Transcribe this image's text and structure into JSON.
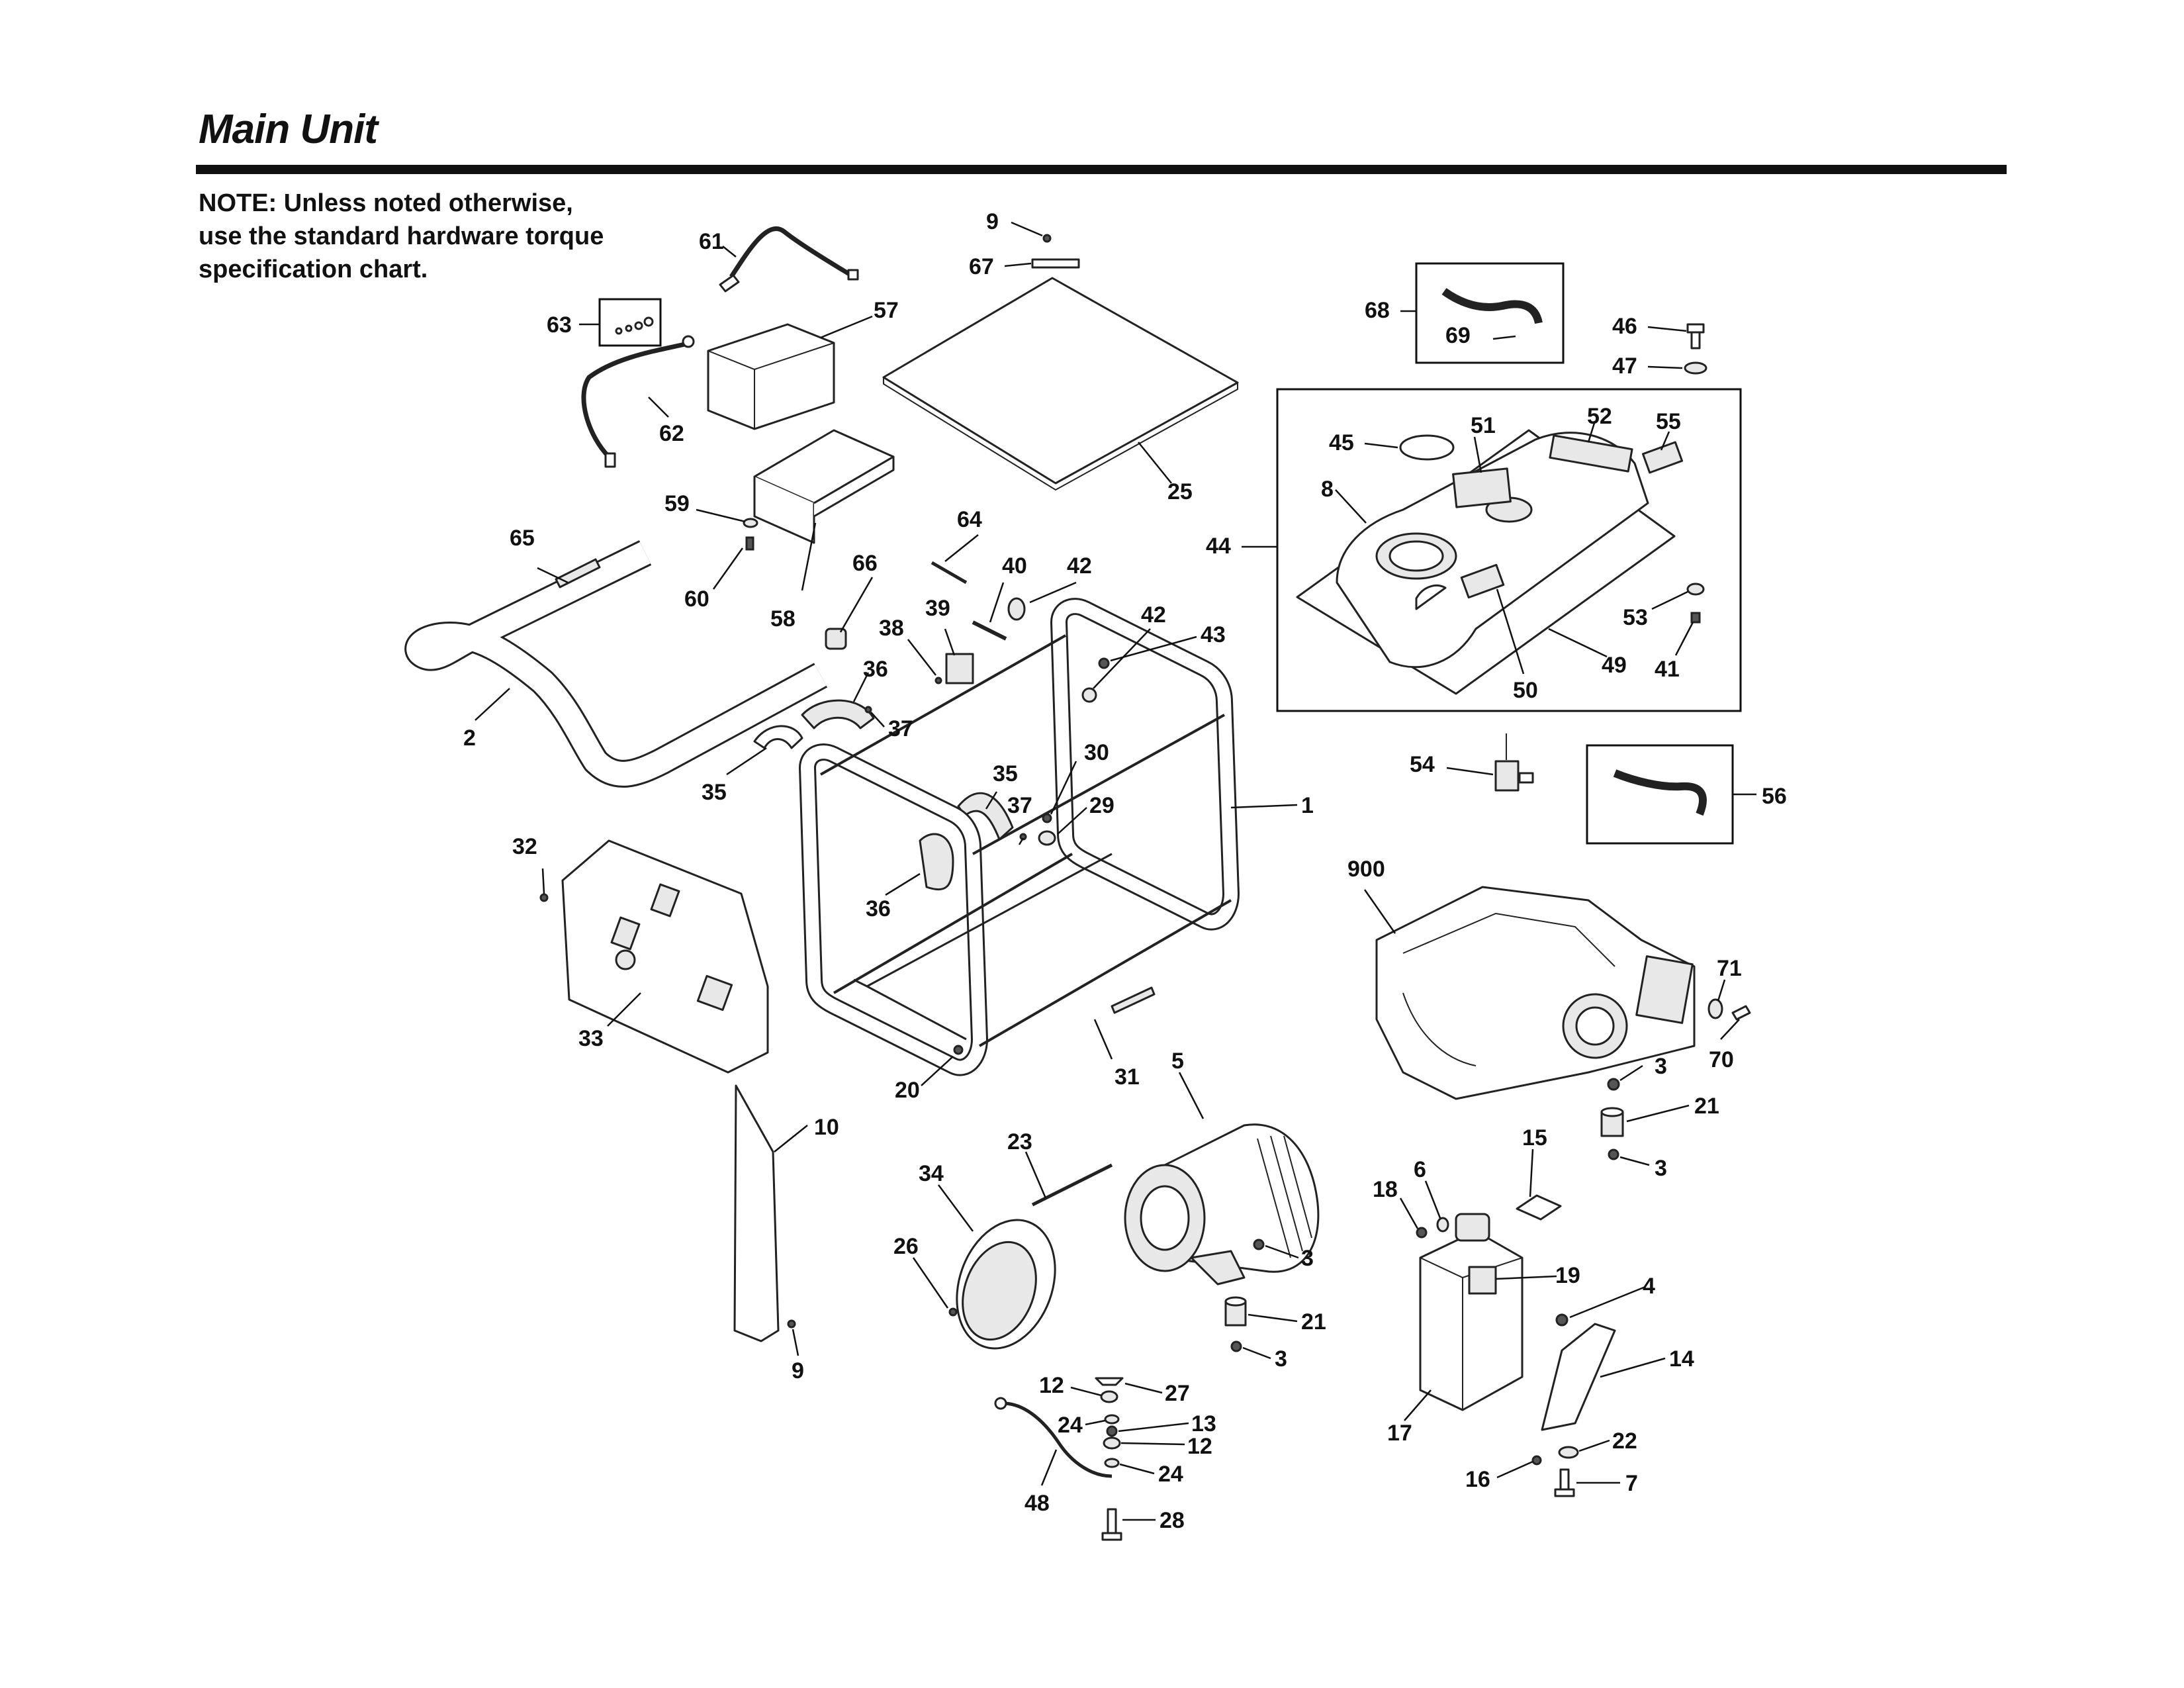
{
  "page": {
    "title": "Main Unit",
    "note_lines": [
      "NOTE: Unless noted otherwise,",
      "use the standard hardware torque",
      "specification chart."
    ]
  },
  "parts": [
    {
      "id": "61",
      "name": "cable"
    },
    {
      "id": "57",
      "name": "battery"
    },
    {
      "id": "63",
      "name": "hardware-kit"
    },
    {
      "id": "62",
      "name": "cable"
    },
    {
      "id": "9",
      "name": "screw"
    },
    {
      "id": "67",
      "name": "label"
    },
    {
      "id": "25",
      "name": "panel"
    },
    {
      "id": "68",
      "name": "hose-kit"
    },
    {
      "id": "69",
      "name": "hose"
    },
    {
      "id": "46",
      "name": "bolt"
    },
    {
      "id": "47",
      "name": "washer"
    },
    {
      "id": "44",
      "name": "fuel-tank-assembly"
    },
    {
      "id": "45",
      "name": "gasket"
    },
    {
      "id": "51",
      "name": "label"
    },
    {
      "id": "52",
      "name": "label"
    },
    {
      "id": "55",
      "name": "label"
    },
    {
      "id": "8",
      "name": "fuel-cap"
    },
    {
      "id": "53",
      "name": "grommet"
    },
    {
      "id": "41",
      "name": "nut"
    },
    {
      "id": "49",
      "name": "fuel-tank"
    },
    {
      "id": "50",
      "name": "gauge"
    },
    {
      "id": "59",
      "name": "washer"
    },
    {
      "id": "60",
      "name": "screw"
    },
    {
      "id": "58",
      "name": "battery-tray"
    },
    {
      "id": "65",
      "name": "label"
    },
    {
      "id": "2",
      "name": "handle"
    },
    {
      "id": "66",
      "name": "plug"
    },
    {
      "id": "64",
      "name": "pin"
    },
    {
      "id": "40",
      "name": "bolt"
    },
    {
      "id": "42",
      "name": "washer"
    },
    {
      "id": "39",
      "name": "bracket"
    },
    {
      "id": "38",
      "name": "screw"
    },
    {
      "id": "36",
      "name": "grip"
    },
    {
      "id": "37",
      "name": "screw"
    },
    {
      "id": "35",
      "name": "grip"
    },
    {
      "id": "43",
      "name": "nut"
    },
    {
      "id": "30",
      "name": "clip"
    },
    {
      "id": "29",
      "name": "bushing"
    },
    {
      "id": "1",
      "name": "frame"
    },
    {
      "id": "32",
      "name": "screw"
    },
    {
      "id": "33",
      "name": "control-panel"
    },
    {
      "id": "20",
      "name": "screw"
    },
    {
      "id": "31",
      "name": "label"
    },
    {
      "id": "54",
      "name": "fuel-valve"
    },
    {
      "id": "56",
      "name": "fuel-line-kit"
    },
    {
      "id": "900",
      "name": "engine"
    },
    {
      "id": "71",
      "name": "washer"
    },
    {
      "id": "70",
      "name": "screw"
    },
    {
      "id": "3",
      "name": "nut"
    },
    {
      "id": "21",
      "name": "mount"
    },
    {
      "id": "10",
      "name": "bracket"
    },
    {
      "id": "5",
      "name": "alternator"
    },
    {
      "id": "23",
      "name": "through-bolt"
    },
    {
      "id": "34",
      "name": "end-cover"
    },
    {
      "id": "26",
      "name": "screw"
    },
    {
      "id": "15",
      "name": "gasket"
    },
    {
      "id": "6",
      "name": "washer"
    },
    {
      "id": "18",
      "name": "nut"
    },
    {
      "id": "19",
      "name": "label"
    },
    {
      "id": "4",
      "name": "nut"
    },
    {
      "id": "17",
      "name": "muffler"
    },
    {
      "id": "14",
      "name": "bracket"
    },
    {
      "id": "22",
      "name": "washer"
    },
    {
      "id": "16",
      "name": "nut"
    },
    {
      "id": "7",
      "name": "bolt"
    },
    {
      "id": "12",
      "name": "washer"
    },
    {
      "id": "27",
      "name": "wing-nut"
    },
    {
      "id": "24",
      "name": "lock-washer"
    },
    {
      "id": "13",
      "name": "nut"
    },
    {
      "id": "48",
      "name": "ground-wire"
    },
    {
      "id": "28",
      "name": "bolt"
    }
  ],
  "labels": [
    {
      "text": "61",
      "key": "p61"
    },
    {
      "text": "57",
      "key": "p57"
    },
    {
      "text": "63",
      "key": "p63"
    },
    {
      "text": "62",
      "key": "p62"
    },
    {
      "text": "9",
      "key": "p9a"
    },
    {
      "text": "67",
      "key": "p67"
    },
    {
      "text": "25",
      "key": "p25"
    },
    {
      "text": "68",
      "key": "p68"
    },
    {
      "text": "69",
      "key": "p69"
    },
    {
      "text": "46",
      "key": "p46"
    },
    {
      "text": "47",
      "key": "p47"
    },
    {
      "text": "44",
      "key": "p44"
    },
    {
      "text": "45",
      "key": "p45"
    },
    {
      "text": "51",
      "key": "p51"
    },
    {
      "text": "52",
      "key": "p52"
    },
    {
      "text": "55",
      "key": "p55"
    },
    {
      "text": "8",
      "key": "p8"
    },
    {
      "text": "53",
      "key": "p53"
    },
    {
      "text": "41",
      "key": "p41"
    },
    {
      "text": "49",
      "key": "p49"
    },
    {
      "text": "50",
      "key": "p50"
    },
    {
      "text": "59",
      "key": "p59"
    },
    {
      "text": "60",
      "key": "p60"
    },
    {
      "text": "58",
      "key": "p58"
    },
    {
      "text": "65",
      "key": "p65"
    },
    {
      "text": "2",
      "key": "p2"
    },
    {
      "text": "66",
      "key": "p66"
    },
    {
      "text": "64",
      "key": "p64"
    },
    {
      "text": "40",
      "key": "p40"
    },
    {
      "text": "42",
      "key": "p42a"
    },
    {
      "text": "42",
      "key": "p42b"
    },
    {
      "text": "39",
      "key": "p39"
    },
    {
      "text": "38",
      "key": "p38"
    },
    {
      "text": "36",
      "key": "p36a"
    },
    {
      "text": "37",
      "key": "p37a"
    },
    {
      "text": "35",
      "key": "p35a"
    },
    {
      "text": "43",
      "key": "p43"
    },
    {
      "text": "35",
      "key": "p35b"
    },
    {
      "text": "37",
      "key": "p37b"
    },
    {
      "text": "30",
      "key": "p30"
    },
    {
      "text": "29",
      "key": "p29"
    },
    {
      "text": "1",
      "key": "p1"
    },
    {
      "text": "36",
      "key": "p36b"
    },
    {
      "text": "32",
      "key": "p32"
    },
    {
      "text": "33",
      "key": "p33"
    },
    {
      "text": "20",
      "key": "p20"
    },
    {
      "text": "31",
      "key": "p31"
    },
    {
      "text": "54",
      "key": "p54"
    },
    {
      "text": "56",
      "key": "p56"
    },
    {
      "text": "900",
      "key": "p900"
    },
    {
      "text": "71",
      "key": "p71"
    },
    {
      "text": "70",
      "key": "p70"
    },
    {
      "text": "3",
      "key": "p3a"
    },
    {
      "text": "21",
      "key": "p21a"
    },
    {
      "text": "3",
      "key": "p3b"
    },
    {
      "text": "10",
      "key": "p10"
    },
    {
      "text": "9",
      "key": "p9b"
    },
    {
      "text": "5",
      "key": "p5"
    },
    {
      "text": "23",
      "key": "p23"
    },
    {
      "text": "34",
      "key": "p34"
    },
    {
      "text": "26",
      "key": "p26"
    },
    {
      "text": "3",
      "key": "p3c"
    },
    {
      "text": "21",
      "key": "p21b"
    },
    {
      "text": "3",
      "key": "p3d"
    },
    {
      "text": "15",
      "key": "p15"
    },
    {
      "text": "6",
      "key": "p6"
    },
    {
      "text": "18",
      "key": "p18"
    },
    {
      "text": "19",
      "key": "p19"
    },
    {
      "text": "4",
      "key": "p4"
    },
    {
      "text": "17",
      "key": "p17"
    },
    {
      "text": "14",
      "key": "p14"
    },
    {
      "text": "22",
      "key": "p22"
    },
    {
      "text": "16",
      "key": "p16"
    },
    {
      "text": "7",
      "key": "p7"
    },
    {
      "text": "12",
      "key": "p12a"
    },
    {
      "text": "27",
      "key": "p27"
    },
    {
      "text": "24",
      "key": "p24a"
    },
    {
      "text": "13",
      "key": "p13"
    },
    {
      "text": "12",
      "key": "p12b"
    },
    {
      "text": "24",
      "key": "p24b"
    },
    {
      "text": "48",
      "key": "p48"
    },
    {
      "text": "28",
      "key": "p28"
    }
  ]
}
